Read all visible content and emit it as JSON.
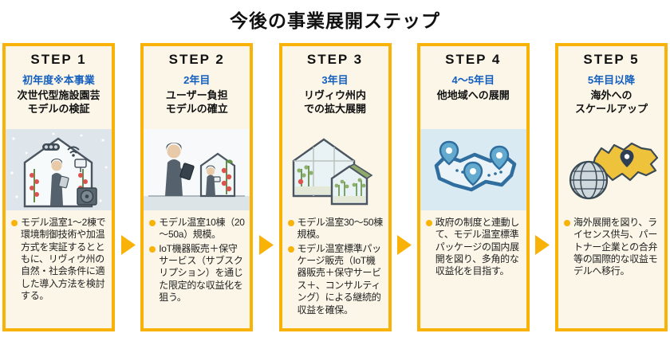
{
  "title": "今後の事業展開ステップ",
  "colors": {
    "accent": "#F9B208",
    "period_blue": "#1560BF",
    "card_background": "#FBF6E8",
    "heading_black": "#111111"
  },
  "flow": {
    "arrow_icon": "right-triangle-arrow",
    "arrow_count": 4
  },
  "steps": [
    {
      "step_label": "STEP 1",
      "period": "初年度※本事業",
      "heading": "次世代型施設園芸\nモデルの検証",
      "illustration": "winter-greenhouse-iot-illustration",
      "bullets": [
        "モデル温室1～2棟で環境制御技術や加温方式を実証するとともに、リヴィウ州の自然・社会条件に適した導入方法を検討する。"
      ]
    },
    {
      "step_label": "STEP 2",
      "period": "2年目",
      "heading": "ユーザー負担\nモデルの確立",
      "illustration": "workers-tablet-greenhouse-illustration",
      "bullets": [
        "モデル温室10棟（20～50a）規模。",
        "IoT機器販売＋保守サービス（サブスクリプション）を通じた限定的な収益化を狙う。"
      ]
    },
    {
      "step_label": "STEP 3",
      "period": "3年目",
      "heading": "リヴィウ州内\nでの拡大展開",
      "illustration": "two-greenhouses-illustration",
      "bullets": [
        "モデル温室30～50棟規模。",
        "モデル温室標準パッケージ販売（IoT機器販売＋保守サービス＋、コンサルティング）による継続的収益を確保。"
      ]
    },
    {
      "step_label": "STEP 4",
      "period": "4～5年目",
      "heading": "他地域への展開",
      "illustration": "region-map-pins-illustration",
      "bullets": [
        "政府の制度と連動して、モデル温室標準パッケージの国内展開を図り、多角的な収益化を目指す。"
      ]
    },
    {
      "step_label": "STEP 5",
      "period": "5年目以降",
      "heading": "海外への\nスケールアップ",
      "illustration": "globe-ukraine-map-illustration",
      "bullets": [
        "海外展開を図り、ライセンス供与、パートナー企業との合弁等の国際的な収益モデルへ移行。"
      ]
    }
  ]
}
